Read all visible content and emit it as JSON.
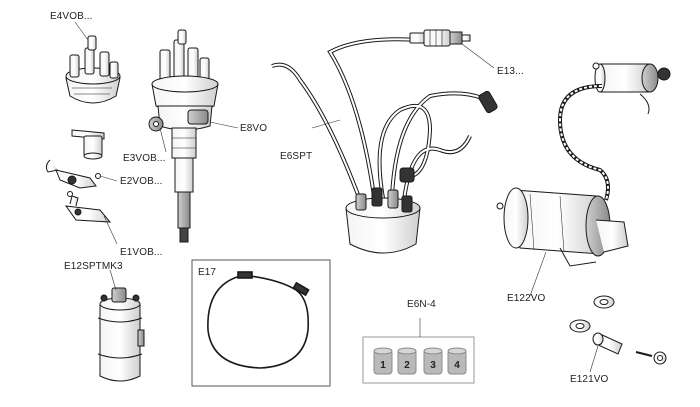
{
  "parts": [
    {
      "id": "e4vob",
      "code": "E4VOB..."
    },
    {
      "id": "e8vo",
      "code": "E8VO"
    },
    {
      "id": "e3vob",
      "code": "E3VOB..."
    },
    {
      "id": "e2vob",
      "code": "E2VOB..."
    },
    {
      "id": "e1vob",
      "code": "E1VOB..."
    },
    {
      "id": "e6spt",
      "code": "E6SPT"
    },
    {
      "id": "e13",
      "code": "E13..."
    },
    {
      "id": "e12sptmk3",
      "code": "E12SPTMK3"
    },
    {
      "id": "e17",
      "code": "E17"
    },
    {
      "id": "e6n4",
      "code": "E6N-4"
    },
    {
      "id": "e122vo",
      "code": "E122VO"
    },
    {
      "id": "e121vo",
      "code": "E121VO"
    }
  ],
  "marker_caps": [
    "1",
    "2",
    "3",
    "4"
  ],
  "colors": {
    "line": "#1a1a1a",
    "marker_cap": "#b9b9b9",
    "box_border": "#555555"
  }
}
